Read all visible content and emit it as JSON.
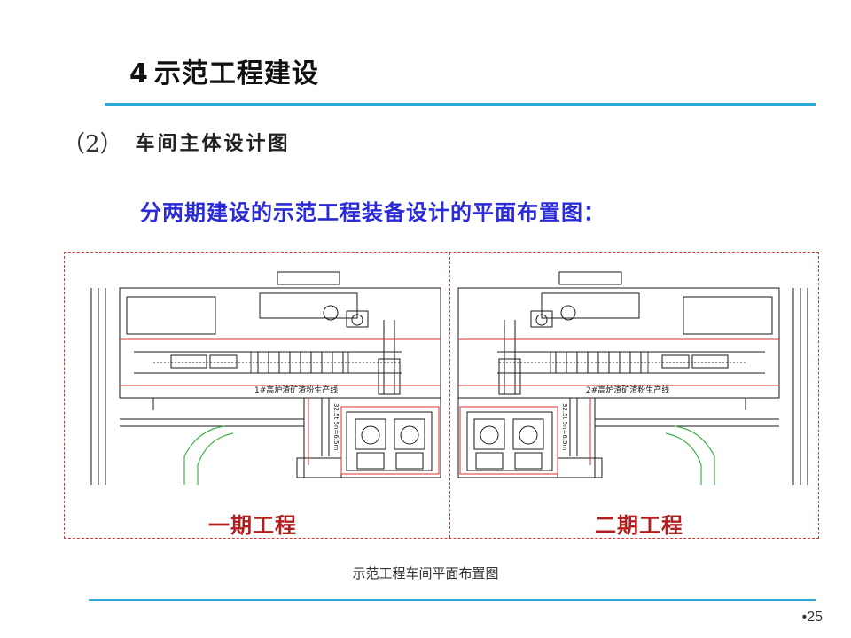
{
  "slide": {
    "title_number": "4",
    "title_text": "示范工程建设",
    "subheading_paren": "（2）",
    "subheading_text": "车间主体设计图",
    "lead_text": "分两期建设的示范工程装备设计的平面布置图：",
    "caption": "示范工程车间平面布置图",
    "page_number": "•25"
  },
  "figure": {
    "phase1_label": "一期工程",
    "phase2_label": "二期工程",
    "line1_label": "1#高炉渣矿渣粉生产线",
    "line2_label": "2#高炉渣矿渣粉生产线",
    "dimension_text": "32.5t 5n=6.5m",
    "colors": {
      "frame": "#d43a3a",
      "drawing_line": "#1a1a1a",
      "red_line": "#d63030",
      "green_line": "#3fb24a",
      "accent_rule": "#2ea8d8",
      "lead_text": "#2a2ad6",
      "phase_label": "#b21e1e"
    }
  }
}
